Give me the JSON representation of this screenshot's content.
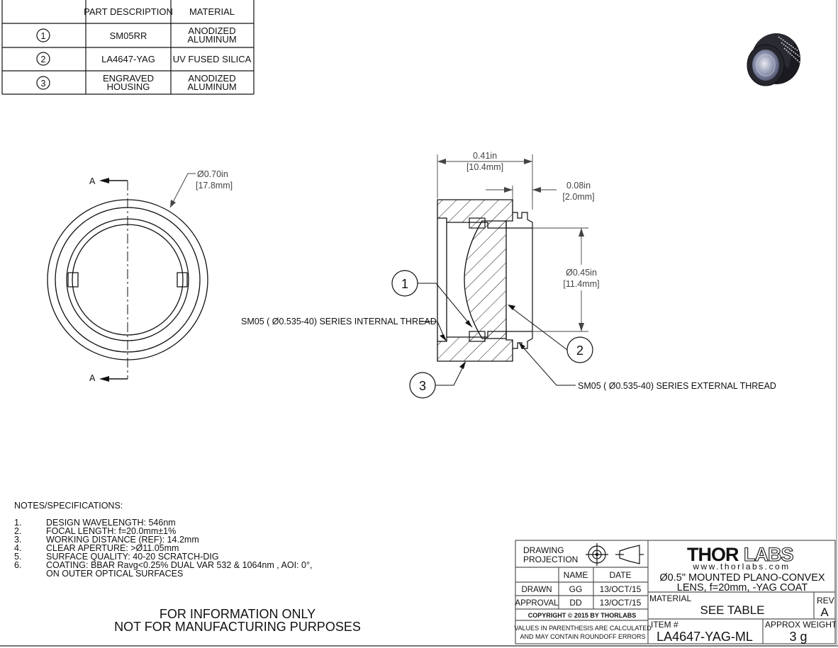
{
  "bom": {
    "headers": [
      "PART DESCRIPTION",
      "MATERIAL"
    ],
    "rows": [
      {
        "num": "1",
        "desc1": "SM05RR",
        "desc2": "",
        "mat1": "ANODIZED",
        "mat2": "ALUMINUM"
      },
      {
        "num": "2",
        "desc1": "LA4647-YAG",
        "desc2": "",
        "mat1": "UV FUSED SILICA",
        "mat2": ""
      },
      {
        "num": "3",
        "desc1": "ENGRAVED",
        "desc2": "HOUSING",
        "mat1": "ANODIZED",
        "mat2": "ALUMINUM"
      }
    ]
  },
  "front_view": {
    "section_label": "A",
    "diameter_in": "Ø0.70in",
    "diameter_mm": "[17.8mm]"
  },
  "section_view": {
    "width_in": "0.41in",
    "width_mm": "[10.4mm]",
    "thread_len_in": "0.08in",
    "thread_len_mm": "[2.0mm]",
    "aperture_in": "Ø0.45in",
    "aperture_mm": "[11.4mm]",
    "internal_thread": "SM05 ( Ø0.535-40) SERIES INTERNAL THREAD",
    "external_thread": "SM05 ( Ø0.535-40) SERIES EXTERNAL THREAD",
    "balloons": [
      "1",
      "2",
      "3"
    ]
  },
  "notes": {
    "header": "NOTES/SPECIFICATIONS:",
    "items": [
      {
        "n": "1.",
        "t": "DESIGN WAVELENGTH: 546nm"
      },
      {
        "n": "2.",
        "t": "FOCAL LENGTH: f=20.0mm±1%"
      },
      {
        "n": "3.",
        "t": "WORKING DISTANCE (REF): 14.2mm"
      },
      {
        "n": "4.",
        "t": "CLEAR APERTURE: >Ø11.05mm"
      },
      {
        "n": "5.",
        "t": "SURFACE QUALITY: 40-20 SCRATCH-DIG"
      },
      {
        "n": "6.",
        "t": "COATING: BBAR Ravg<0.25% DUAL VAR 532 & 1064nm , AOI: 0°,"
      },
      {
        "n": "",
        "t": "ON OUTER OPTICAL SURFACES"
      }
    ]
  },
  "info": {
    "line1": "FOR INFORMATION ONLY",
    "line2": "NOT FOR MANUFACTURING PURPOSES"
  },
  "title_block": {
    "projection_line1": "DRAWING",
    "projection_line2": "PROJECTION",
    "name_hdr": "NAME",
    "date_hdr": "DATE",
    "drawn_label": "DRAWN",
    "drawn_name": "GG",
    "drawn_date": "13/OCT/15",
    "approval_label": "APPROVAL",
    "approval_name": "DD",
    "approval_date": "13/OCT/15",
    "copyright": "COPYRIGHT © 2015 BY THORLABS",
    "disclaimer1": "VALUES IN PARENTHESIS ARE CALCULATED",
    "disclaimer2": "AND MAY CONTAIN ROUNDOFF ERRORS",
    "logo_solid": "THOR",
    "logo_outline": "LABS",
    "website": "www.thorlabs.com",
    "title1": "Ø0.5\" MOUNTED PLANO-CONVEX",
    "title2": "LENS, f=20mm, -YAG COAT",
    "material_label": "MATERIAL",
    "material_value": "SEE TABLE",
    "rev_label": "REV",
    "rev_value": "A",
    "item_label": "ITEM #",
    "item_value": "LA4647-YAG-ML",
    "weight_label": "APPROX WEIGHT",
    "weight_value": "3 g"
  },
  "colors": {
    "line": "#111111",
    "dim": "#444444",
    "photo_body": "#1e1e24"
  }
}
